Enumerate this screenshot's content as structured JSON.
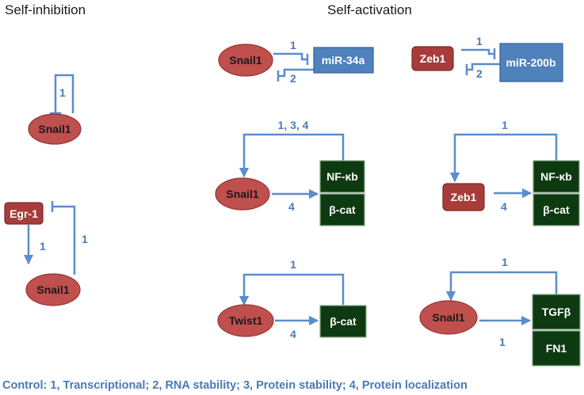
{
  "headings": {
    "self_inhibition": "Self-inhibition",
    "self_activation": "Self-activation"
  },
  "nodes": {
    "snail1": "Snail1",
    "egr1": "Egr-1",
    "zeb1": "Zeb1",
    "twist1": "Twist1",
    "mir34a": "miR-34a",
    "mir200b": "miR-200b",
    "nfkb": "NF-κb",
    "bcat": "β-cat",
    "tgfb": "TGFβ",
    "fn1": "FN1"
  },
  "edge_labels": {
    "one": "1",
    "two": "2",
    "four": "4",
    "one_three_four": "1, 3, 4"
  },
  "legend": "Control: 1, Transcriptional; 2, RNA stability; 3, Protein stability; 4, Protein localization",
  "colors": {
    "edge": "#5b8ccc",
    "label": "#4a7ab8",
    "ellipse_fill": "#c0504d",
    "dark_red_box": "#a83c3a",
    "blue_box": "#4f81bd",
    "dark_green_box": "#0e3a12"
  }
}
